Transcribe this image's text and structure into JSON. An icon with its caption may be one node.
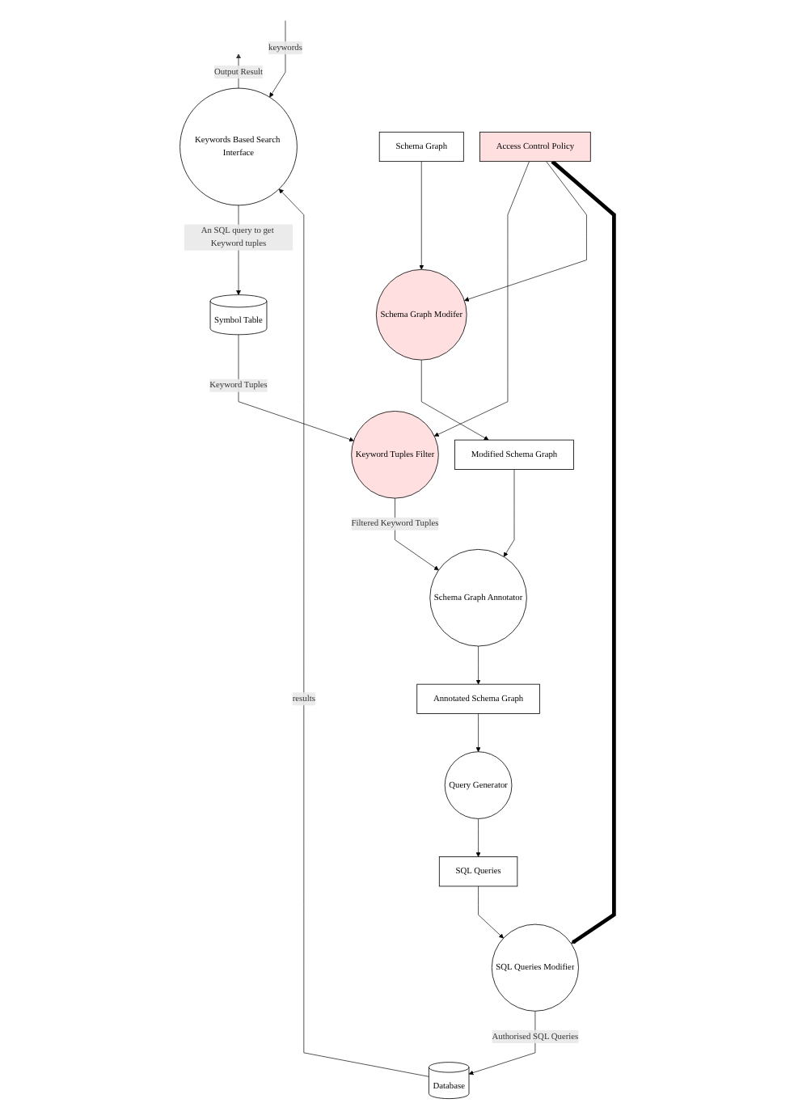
{
  "diagram": {
    "nodes": [
      {
        "text": [
          "Keywords Based Search Interface"
        ]
      },
      {
        "text": [
          "Database"
        ]
      },
      {
        "text": [
          "Symbol Table"
        ]
      },
      {
        "text": [
          "Schema Graph"
        ]
      },
      {
        "text": [
          "Keyword Tuples Filter"
        ]
      },
      {
        "text": [
          "SQL Queries Modifier"
        ]
      },
      {
        "text": [
          "Access Control Policy"
        ]
      },
      {
        "text": [
          "Schema Graph Modifer"
        ]
      },
      {
        "text": [
          "Modified Schema Graph"
        ]
      },
      {
        "text": [
          "Schema Graph Annotator"
        ]
      },
      {
        "text": [
          "SQL Queries"
        ]
      },
      {
        "text": [
          "Query Generator"
        ]
      },
      {
        "text": [
          "Annotated Schema Graph"
        ]
      }
    ],
    "edges": [
      {
        "from": null,
        "to": 0,
        "arrow": "to",
        "label": "keywords"
      },
      {
        "from": 0,
        "to": null,
        "arrow": "to",
        "label": "Output Result"
      },
      {
        "from": 1,
        "to": 0,
        "arrow": "to",
        "label": "results"
      },
      {
        "from": 0,
        "to": 2,
        "arrow": "to",
        "label": "An SQL query to get Keyword tuples"
      },
      {
        "from": 2,
        "to": 4,
        "arrow": "to",
        "label": "Keyword Tuples"
      },
      {
        "from": 3,
        "to": 7,
        "arrow": "to"
      },
      {
        "from": 6,
        "to": 4,
        "arrow": "to"
      },
      {
        "from": 6,
        "to": 7,
        "arrow": "to"
      },
      {
        "from": 6,
        "to": 5,
        "arrow": "to",
        "style": "thick"
      },
      {
        "from": 5,
        "to": 1,
        "arrow": "to",
        "label": "Authorised SQL Queries"
      },
      {
        "from": 4,
        "to": 9,
        "arrow": "to",
        "label": "Filtered Keyword Tuples"
      },
      {
        "from": 7,
        "to": 8,
        "arrow": "to"
      },
      {
        "from": 8,
        "to": 9,
        "arrow": "to"
      },
      {
        "from": 9,
        "to": 12,
        "arrow": "to"
      },
      {
        "from": 12,
        "to": 11,
        "arrow": "to"
      },
      {
        "from": 11,
        "to": 10,
        "arrow": "to"
      },
      {
        "from": 10,
        "to": 5,
        "arrow": "to"
      }
    ]
  }
}
